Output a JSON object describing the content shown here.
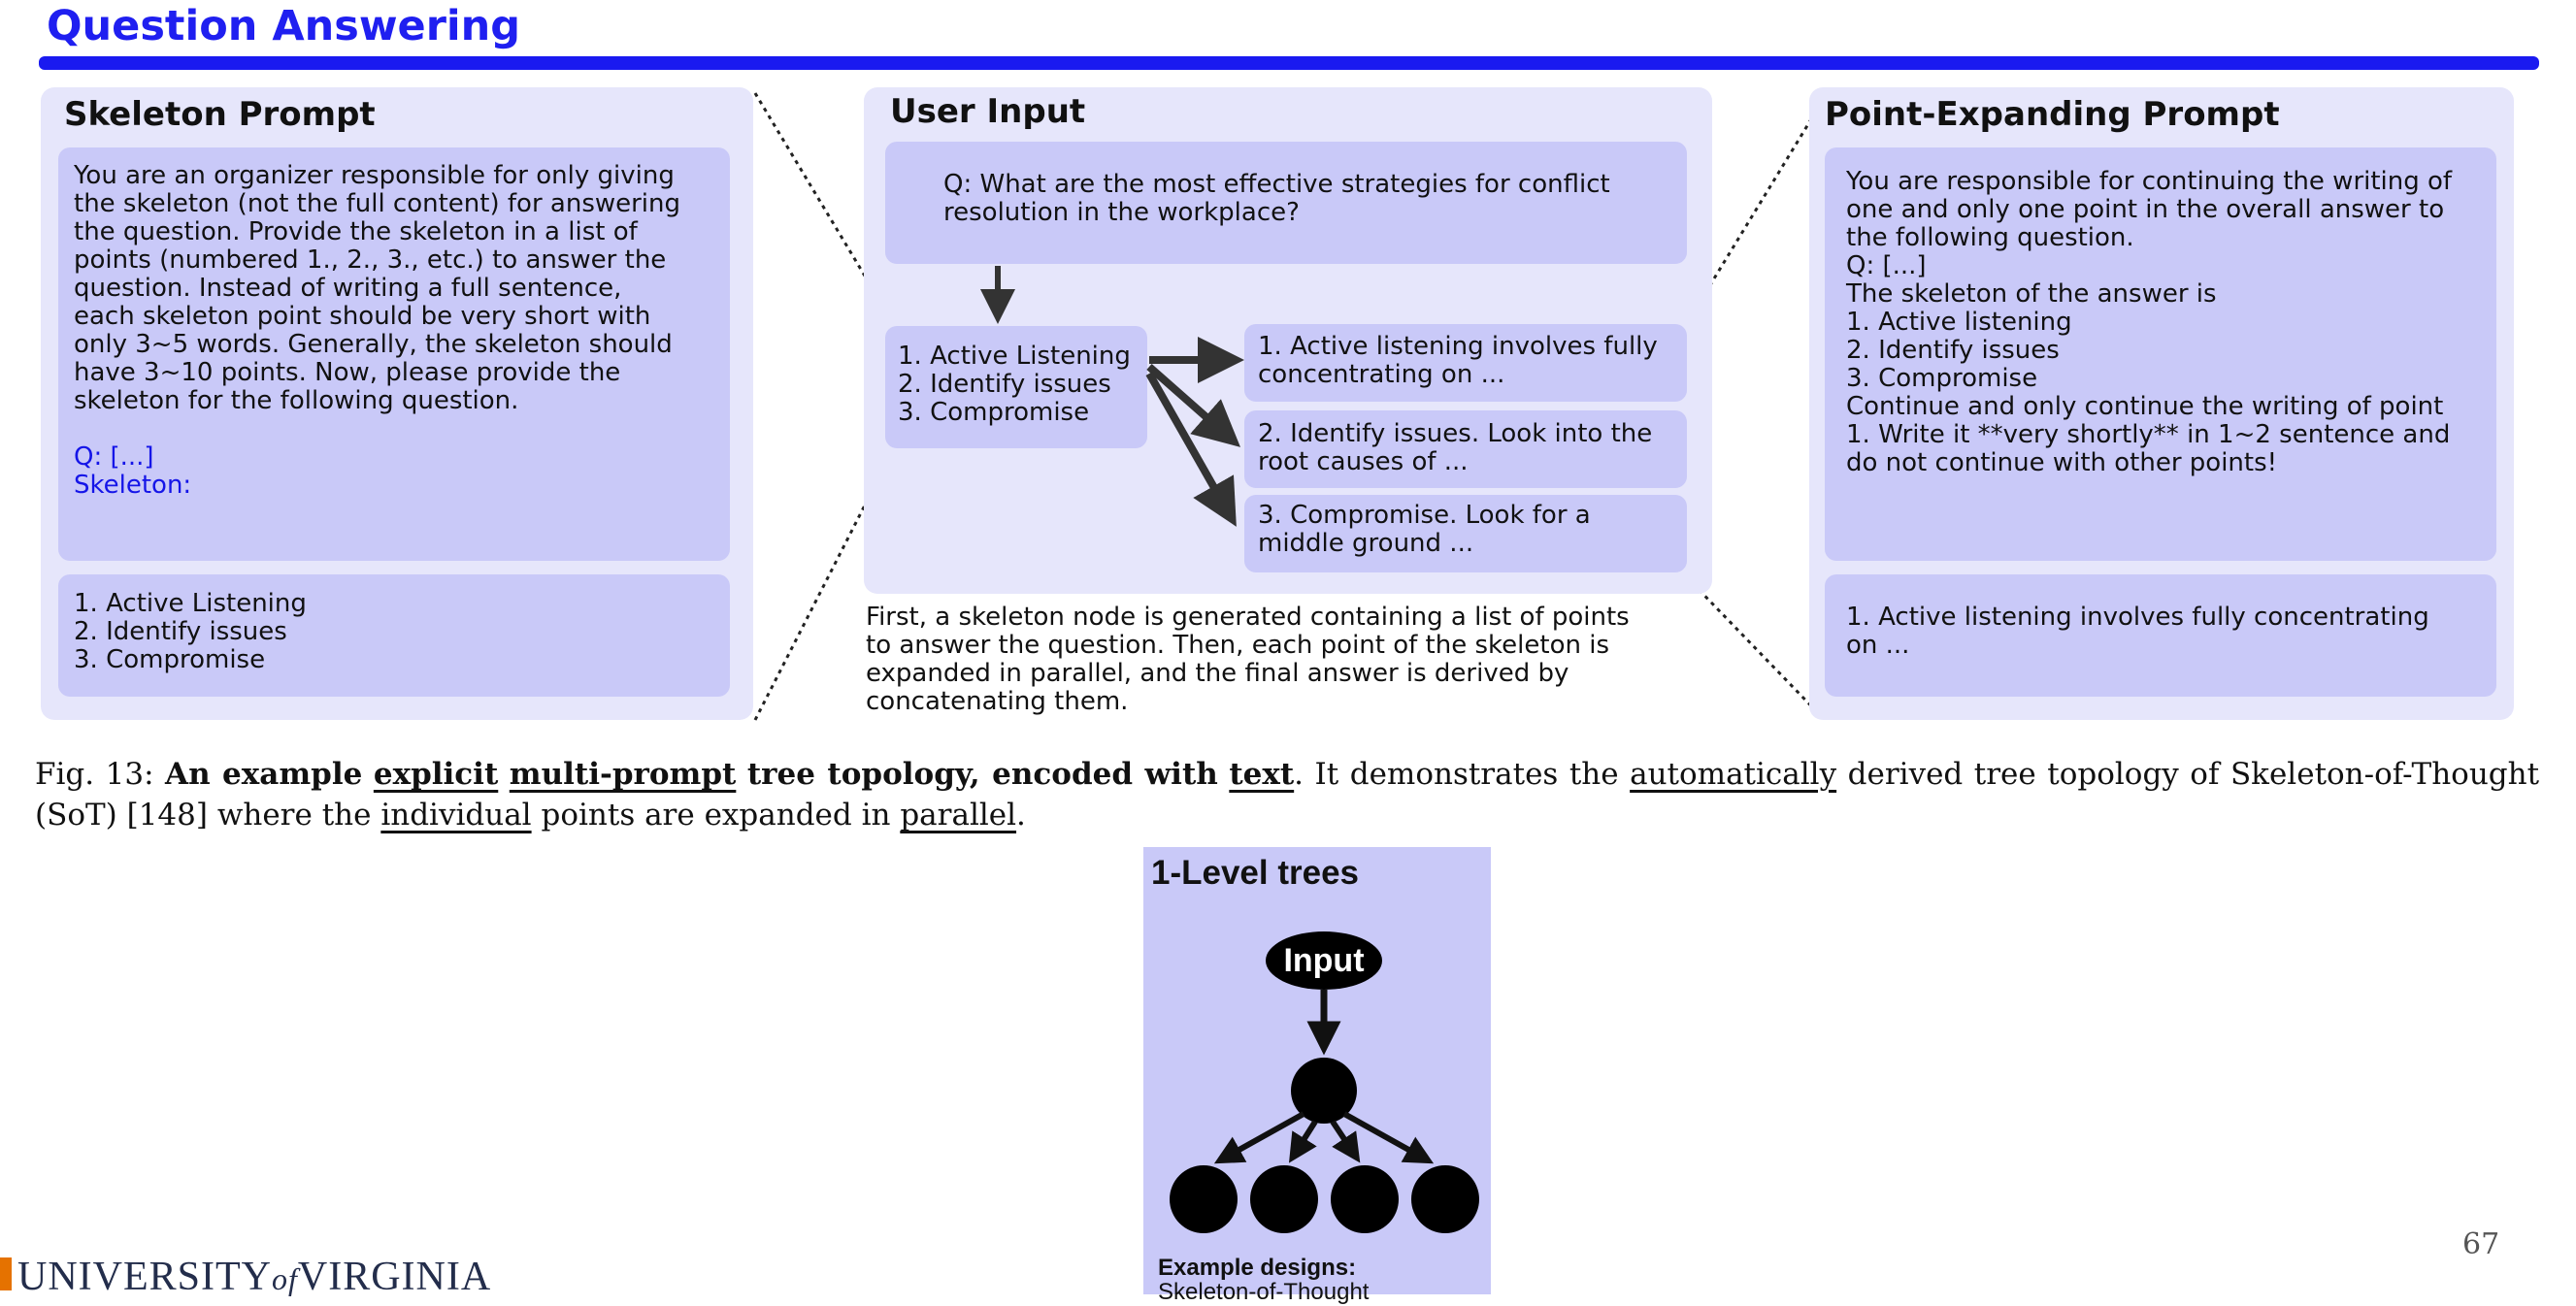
{
  "slide": {
    "title": "Question Answering",
    "page_number": "67",
    "logo_text": {
      "university": "UNIVERSITY",
      "of": "of",
      "virginia": "VIRGINIA"
    }
  },
  "skeleton_panel": {
    "heading": "Skeleton Prompt",
    "prompt": "You are an organizer responsible for only giving\nthe skeleton (not the full content) for answering\nthe question. Provide the skeleton in a list of\npoints (numbered 1., 2., 3., etc.) to answer the\nquestion. Instead of writing a full sentence,\neach skeleton point should be very short with\nonly 3~5 words. Generally, the skeleton should\nhave 3~10 points. Now, please provide the\nskeleton for the following question.",
    "q_line": "Q: [...]",
    "skeleton_line": "Skeleton:",
    "output": "1. Active Listening\n2. Identify issues\n3. Compromise"
  },
  "user_input_panel": {
    "heading": "User Input",
    "question": "Q: What are the most effective strategies for conflict\nresolution in the workplace?",
    "skeleton_list": "1. Active Listening\n2. Identify issues\n3. Compromise",
    "expansions": [
      "1. Active listening involves fully\nconcentrating on ...",
      "2. Identify issues. Look into the\nroot causes of ...",
      "3. Compromise. Look for a\nmiddle ground ..."
    ],
    "description": "First, a skeleton node is generated containing a list of points\nto answer the question. Then, each point of the skeleton is\nexpanded in parallel, and the final answer is derived by\nconcatenating them."
  },
  "point_panel": {
    "heading": "Point-Expanding Prompt",
    "prompt": "You are responsible for continuing the writing of\none and only one point in the overall answer to\nthe following question.\nQ: [...]\nThe skeleton of the answer is\n1. Active listening\n2. Identify issues\n3. Compromise\nContinue and only continue the writing of point\n1. Write it **very shortly** in 1~2 sentence and\ndo not continue with other points!",
    "output": "1. Active listening involves fully concentrating\non ..."
  },
  "caption": {
    "label": "Fig. 13:",
    "b1": "An example",
    "b2": "explicit",
    "b3": "multi-prompt",
    "b4": "tree topology, encoded with",
    "b5": "text",
    "t1": ". It demonstrates the",
    "t2": "automatically",
    "t3": "derived tree topology of Skeleton-of-Thought (SoT) [148] where the",
    "t4": "individual",
    "t5": "points are expanded in",
    "t6": "parallel",
    "t7": "."
  },
  "tree_inset": {
    "title": "1-Level trees",
    "root_label": "Input",
    "example_label": "Example designs:",
    "example_value": "Skeleton-of-Thought"
  },
  "colors": {
    "title_blue": "#1f1ff0",
    "panel_bg": "#e6e6fb",
    "box_bg": "#c9c9f8",
    "uva_orange": "#e57200",
    "uva_navy": "#232d4b"
  }
}
